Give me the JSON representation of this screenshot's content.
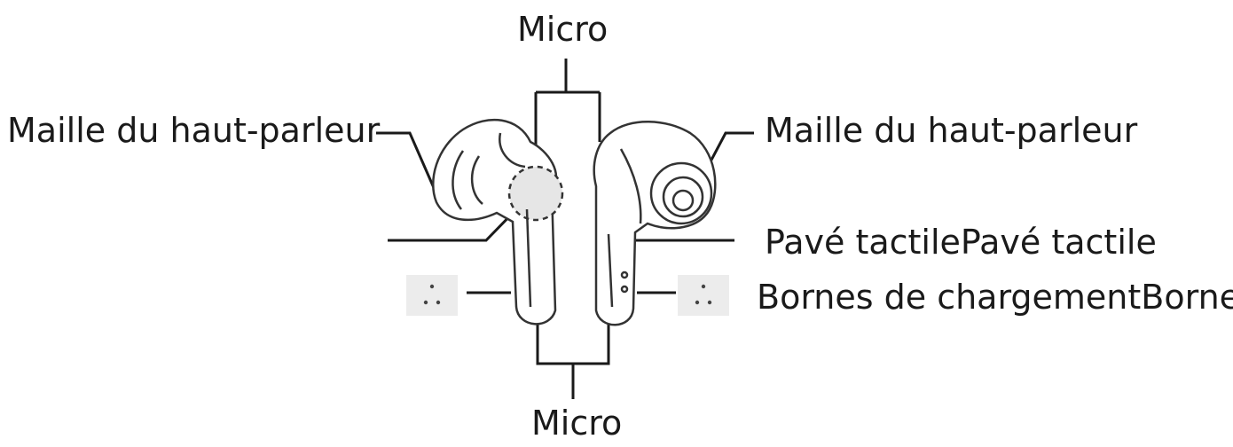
{
  "labels": {
    "mic_top": "Micro",
    "mic_bottom": "Micro",
    "speaker_mesh_left": "Maille du haut-parleur",
    "speaker_mesh_right": "Maille du haut-parleur",
    "touch_pad": "Pavé tactilePavé tactile",
    "charging_terminals": "Bornes de chargementBornes"
  },
  "colors": {
    "line": "#1a1a1a",
    "outline": "#333333",
    "terminal_box": "#ececec",
    "touch_pad_fill": "#e6e6e6"
  }
}
